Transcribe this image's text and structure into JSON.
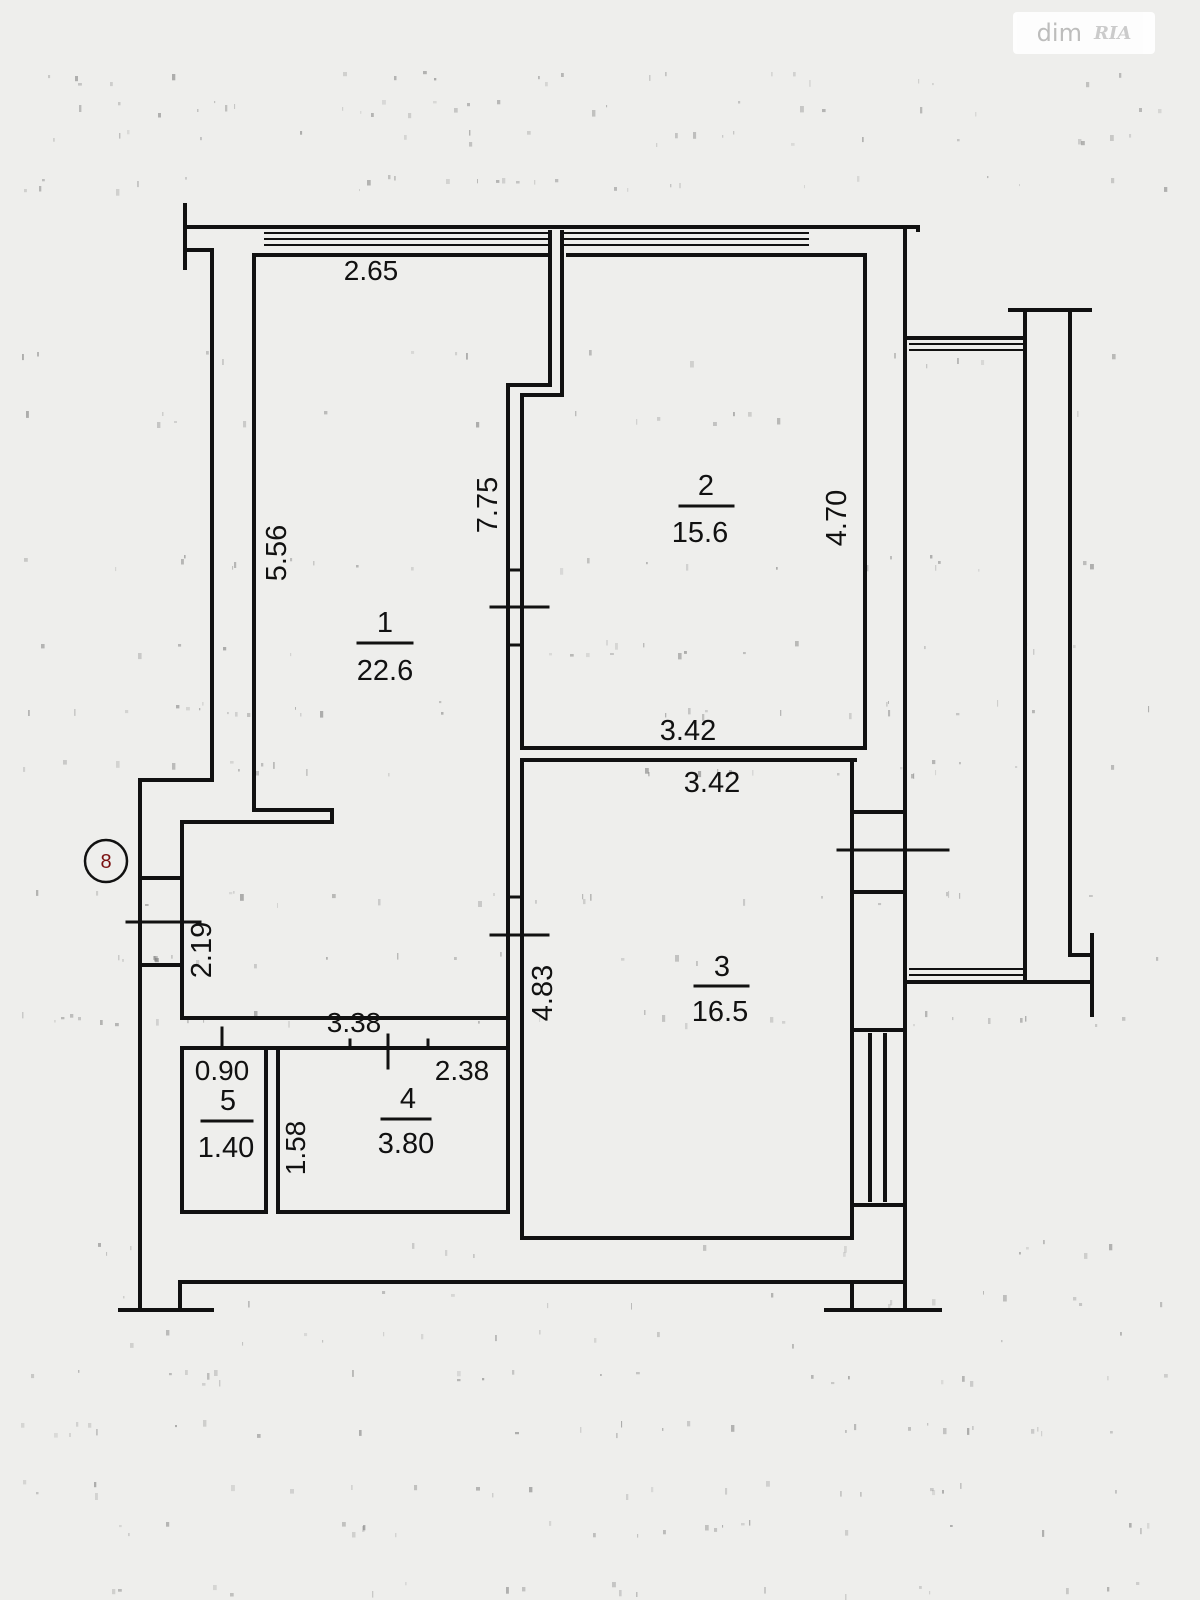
{
  "watermark": {
    "brand": "dim",
    "brand_mark": "RIA"
  },
  "marker": {
    "label": "8"
  },
  "rooms": [
    {
      "number": "1",
      "area": "22.6"
    },
    {
      "number": "2",
      "area": "15.6"
    },
    {
      "number": "3",
      "area": "16.5"
    },
    {
      "number": "4",
      "area": "3.80"
    },
    {
      "number": "5",
      "area": "1.40"
    }
  ],
  "dimensions": {
    "room1_top_width": "2.65",
    "room1_left_length": "5.56",
    "room1_right_length": "7.75",
    "room2_right_length": "4.70",
    "room2_bottom_width": "3.42",
    "room3_top_width": "3.42",
    "room3_left_length": "4.83",
    "hall_height": "2.19",
    "hall_bottom_width": "3.38",
    "room5_width": "0.90",
    "room4_width": "2.38",
    "room4_height": "1.58"
  }
}
